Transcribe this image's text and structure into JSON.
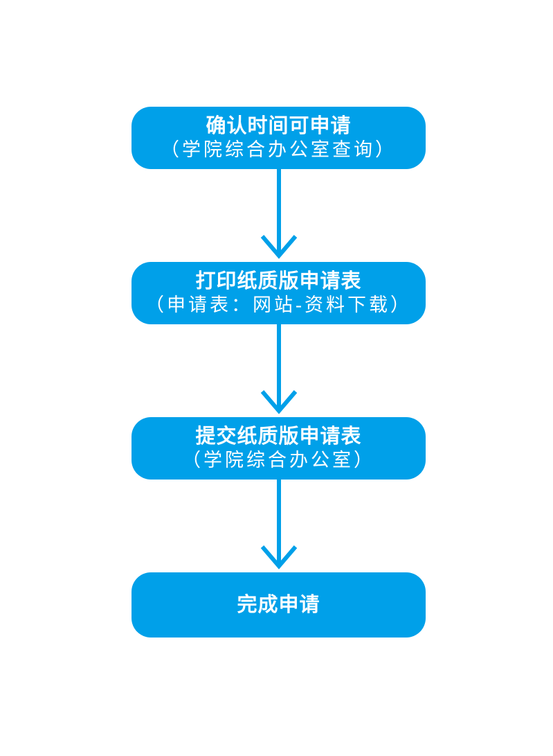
{
  "flow": {
    "type": "flowchart",
    "direction": "top-to-bottom",
    "accent_color": "#00A0E9",
    "text_color": "#FFFFFF",
    "background_color": "#FFFFFF",
    "connector": "down-arrow",
    "steps": [
      {
        "title": "确认时间可申请",
        "subtitle": "（学院综合办公室查询）"
      },
      {
        "title": "打印纸质版申请表",
        "subtitle": "（申请表：网站-资料下载）"
      },
      {
        "title": "提交纸质版申请表",
        "subtitle": "（学院综合办公室）"
      },
      {
        "title": "完成申请",
        "subtitle": ""
      }
    ]
  }
}
